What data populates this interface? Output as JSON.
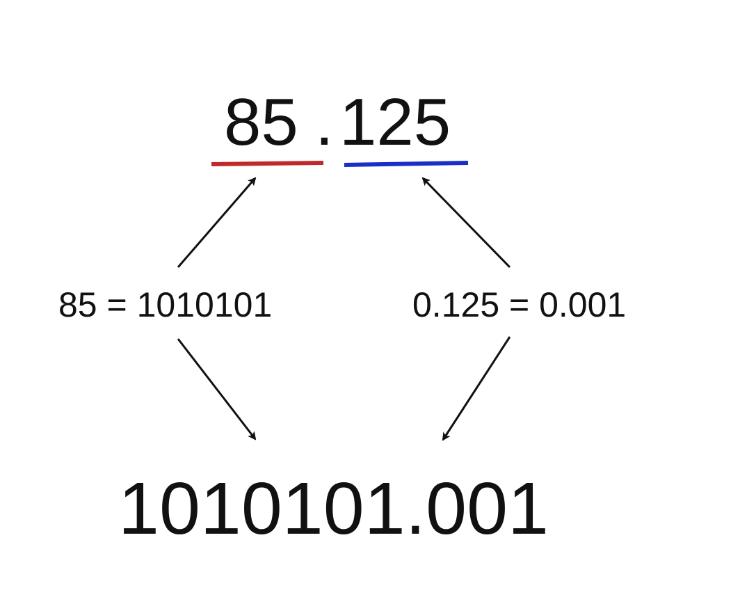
{
  "top_number": {
    "integer_part": "85",
    "dot": ".",
    "fraction_part": "125"
  },
  "integer_conversion": "85 = 1010101",
  "fraction_conversion": "0.125 = 0.001",
  "result": "1010101.001",
  "colors": {
    "integer_underline": "#c0292b",
    "fraction_underline": "#1a2fc8",
    "text": "#111111",
    "arrows": "#111111"
  }
}
